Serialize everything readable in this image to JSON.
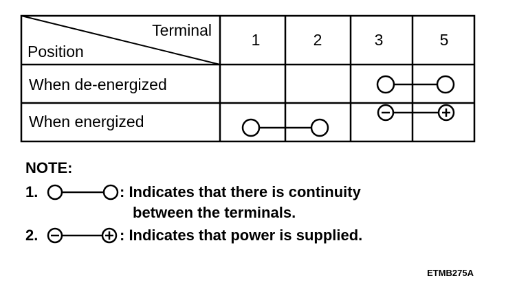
{
  "table": {
    "corner_top": "Terminal",
    "corner_bottom": "Position",
    "terminals": [
      "1",
      "2",
      "3",
      "5"
    ],
    "rows": [
      {
        "label": "When de-energized",
        "connection": {
          "from": "3",
          "to": "5",
          "kind": "continuity"
        }
      },
      {
        "label": "When energized",
        "connections": [
          {
            "from": "1",
            "to": "2",
            "kind": "continuity"
          },
          {
            "from": "3",
            "to": "5",
            "kind": "power",
            "from_sign": "−",
            "to_sign": "+"
          }
        ]
      }
    ]
  },
  "note": {
    "heading": "NOTE:",
    "items": [
      {
        "number": "1.",
        "line1": ": Indicates that there is continuity",
        "line2": "between the terminals."
      },
      {
        "number": "2.",
        "line1": ": Indicates that power is supplied."
      }
    ]
  },
  "figure_code": "ETMB275A"
}
